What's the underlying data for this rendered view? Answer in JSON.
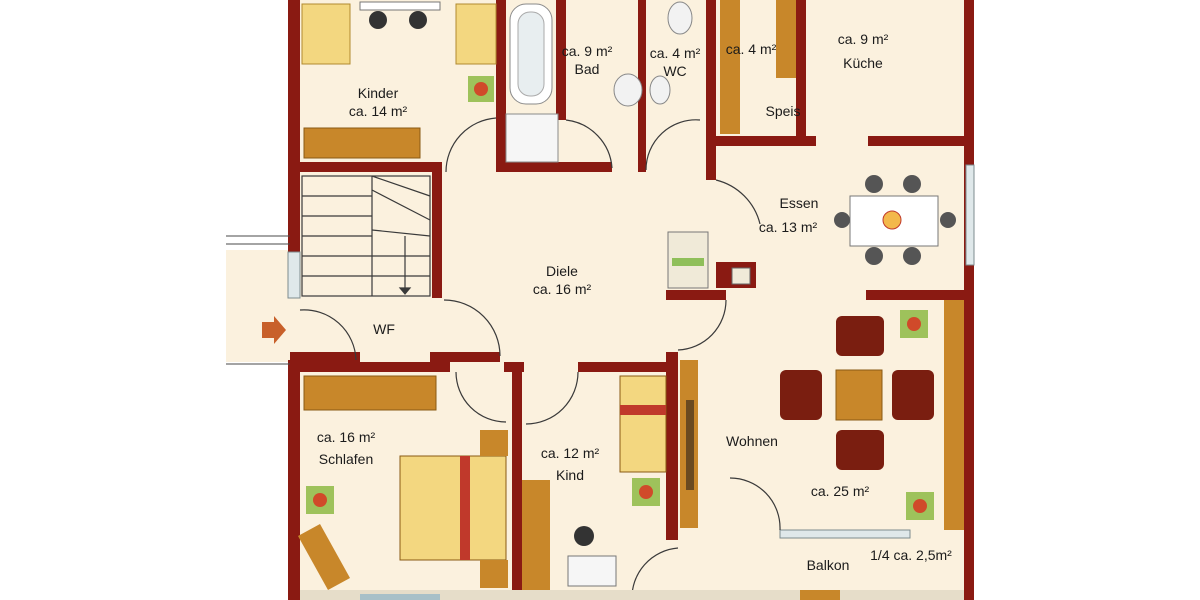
{
  "rooms": {
    "kinder": {
      "name": "Kinder",
      "area": "ca. 14 m²"
    },
    "bad": {
      "area": "ca. 9 m²",
      "name": "Bad"
    },
    "wc": {
      "area": "ca. 4 m²",
      "name": "WC"
    },
    "storage": {
      "area": "ca. 4 m²"
    },
    "kueche": {
      "area": "ca. 9 m²",
      "name": "Küche"
    },
    "speis": {
      "name": "Speis"
    },
    "essen": {
      "name": "Essen",
      "area": "ca. 13 m²"
    },
    "diele": {
      "name": "Diele",
      "area": "ca. 16 m²"
    },
    "wf": {
      "name": "WF"
    },
    "schlafen": {
      "area": "ca. 16 m²",
      "name": "Schlafen"
    },
    "kind": {
      "area": "ca. 12 m²",
      "name": "Kind"
    },
    "wohnen": {
      "name": "Wohnen",
      "area": "ca. 25 m²"
    },
    "balkon": {
      "name": "Balkon",
      "area": "1/4 ca. 2,5m²"
    }
  },
  "colors": {
    "wall": "#8a1a12",
    "floor": "#fbf1de",
    "wood": "#c8872a",
    "bed": "#f3d780",
    "sofa": "#7a1e10",
    "entry_arrow": "#c8602a"
  }
}
